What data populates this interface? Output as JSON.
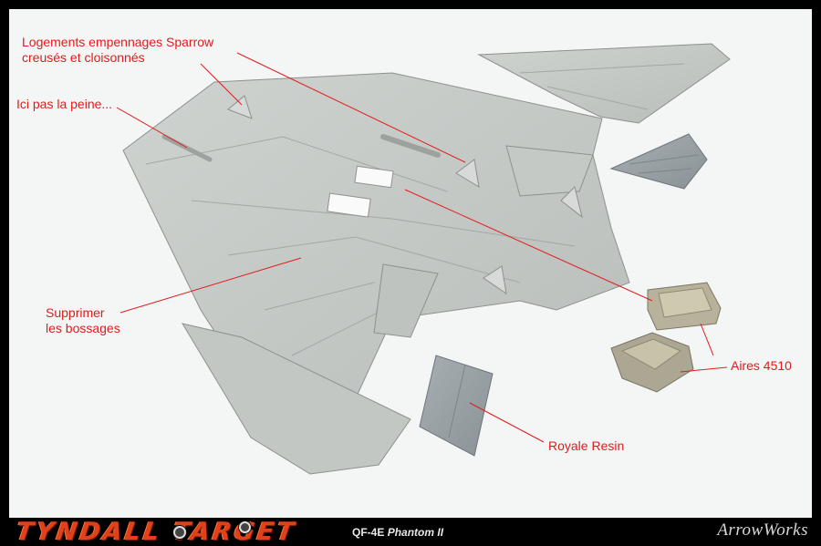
{
  "annotations": {
    "sparrow": [
      "Logements empennages Sparrow",
      "creusés et cloisonnés"
    ],
    "peine": "Ici pas la peine...",
    "bossages": [
      "Supprimer",
      "les bossages"
    ],
    "aires": "Aires 4510",
    "royale": "Royale Resin"
  },
  "footer": {
    "logo": "TYNDALL TARGET",
    "model_prefix": "QF-4E",
    "model_name": "Phantom II",
    "brand": "ArrowWorks"
  },
  "colors": {
    "annotation": "#e11c1c",
    "background": "#f4f5f5",
    "plastic": "#c9cdca",
    "resin_grey": "#9aa2a6",
    "resin_tan": "#b8b29c"
  }
}
